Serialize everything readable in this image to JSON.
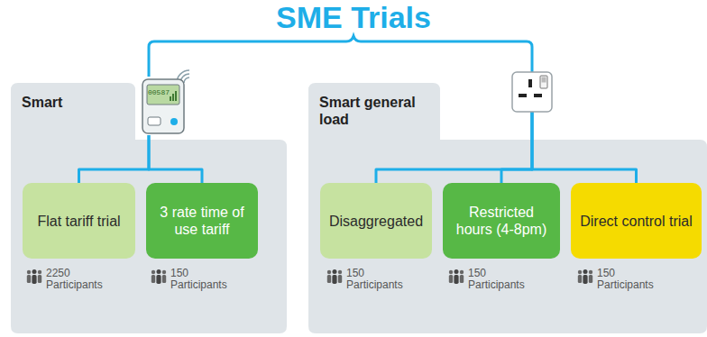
{
  "diagram": {
    "title": "SME Trials",
    "nodes": [
      {
        "text": [
          "Smart"
        ]
      },
      {
        "text": [
          "Flat tariff trial"
        ],
        "in": 0
      },
      {
        "text": [
          "3 rate time of use tariff"
        ],
        "in": 0
      },
      {
        "text": [
          "Smart general load"
        ]
      },
      {
        "text": [
          "Disaggregated"
        ],
        "in": 3
      },
      {
        "text": [
          "Restricted hours (4-8pm)"
        ],
        "in": 3
      },
      {
        "text": [
          "Direct control trial"
        ],
        "in": 3
      }
    ],
    "edges": [
      {
        "from": 0,
        "to": 1,
        "arrow": "none"
      },
      {
        "from": 0,
        "to": 2,
        "arrow": "none"
      },
      {
        "from": 3,
        "to": 4,
        "arrow": "none"
      },
      {
        "from": 3,
        "to": 5,
        "arrow": "none"
      },
      {
        "from": 3,
        "to": 6,
        "arrow": "none"
      }
    ],
    "labels": [
      "00587",
      "2250 Participants",
      "150 Participants",
      "150 Participants",
      "150 Participants",
      "150 Participants"
    ]
  }
}
